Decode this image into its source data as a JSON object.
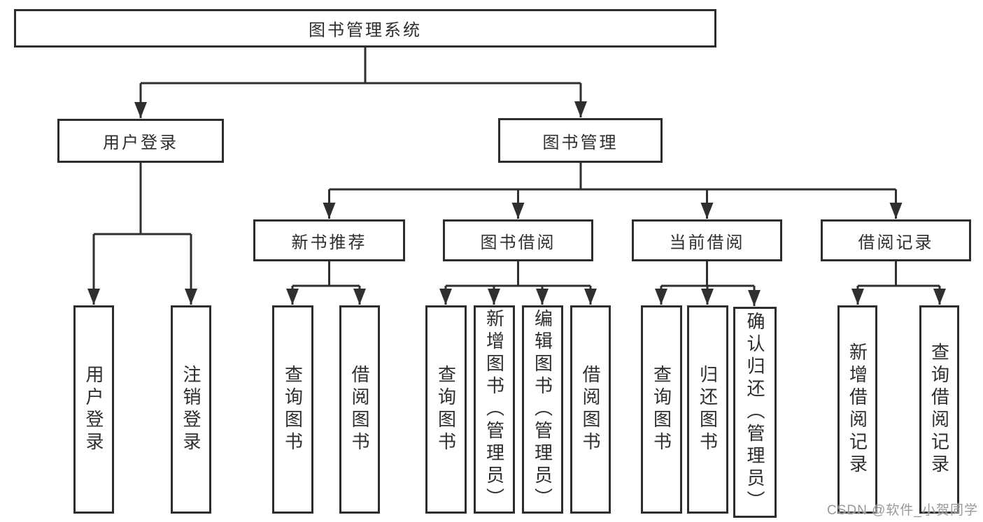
{
  "diagram": {
    "root": {
      "label": "图书管理系统"
    },
    "level2": [
      {
        "label": "用户登录"
      },
      {
        "label": "图书管理"
      }
    ],
    "level3": [
      {
        "label": "新书推荐"
      },
      {
        "label": "图书借阅"
      },
      {
        "label": "当前借阅"
      },
      {
        "label": "借阅记录"
      }
    ],
    "leaves": [
      {
        "label": "用户登录"
      },
      {
        "label": "注销登录"
      },
      {
        "label": "查询图书"
      },
      {
        "label": "借阅图书"
      },
      {
        "label": "查询图书"
      },
      {
        "label": "新增图书（管理员）"
      },
      {
        "label": "编辑图书（管理员）"
      },
      {
        "label": "借阅图书"
      },
      {
        "label": "查询图书"
      },
      {
        "label": "归还图书"
      },
      {
        "label": "确认归还（管理员）"
      },
      {
        "label": "新增借阅记录"
      },
      {
        "label": "查询借阅记录"
      }
    ]
  },
  "watermark": {
    "text": "CSDN @软件_小贺同学"
  },
  "colors": {
    "line": "#2f2f2f",
    "box_border": "#2d2d2d",
    "text": "#2e2e2e",
    "watermark": "#949494",
    "background": "#ffffff"
  }
}
